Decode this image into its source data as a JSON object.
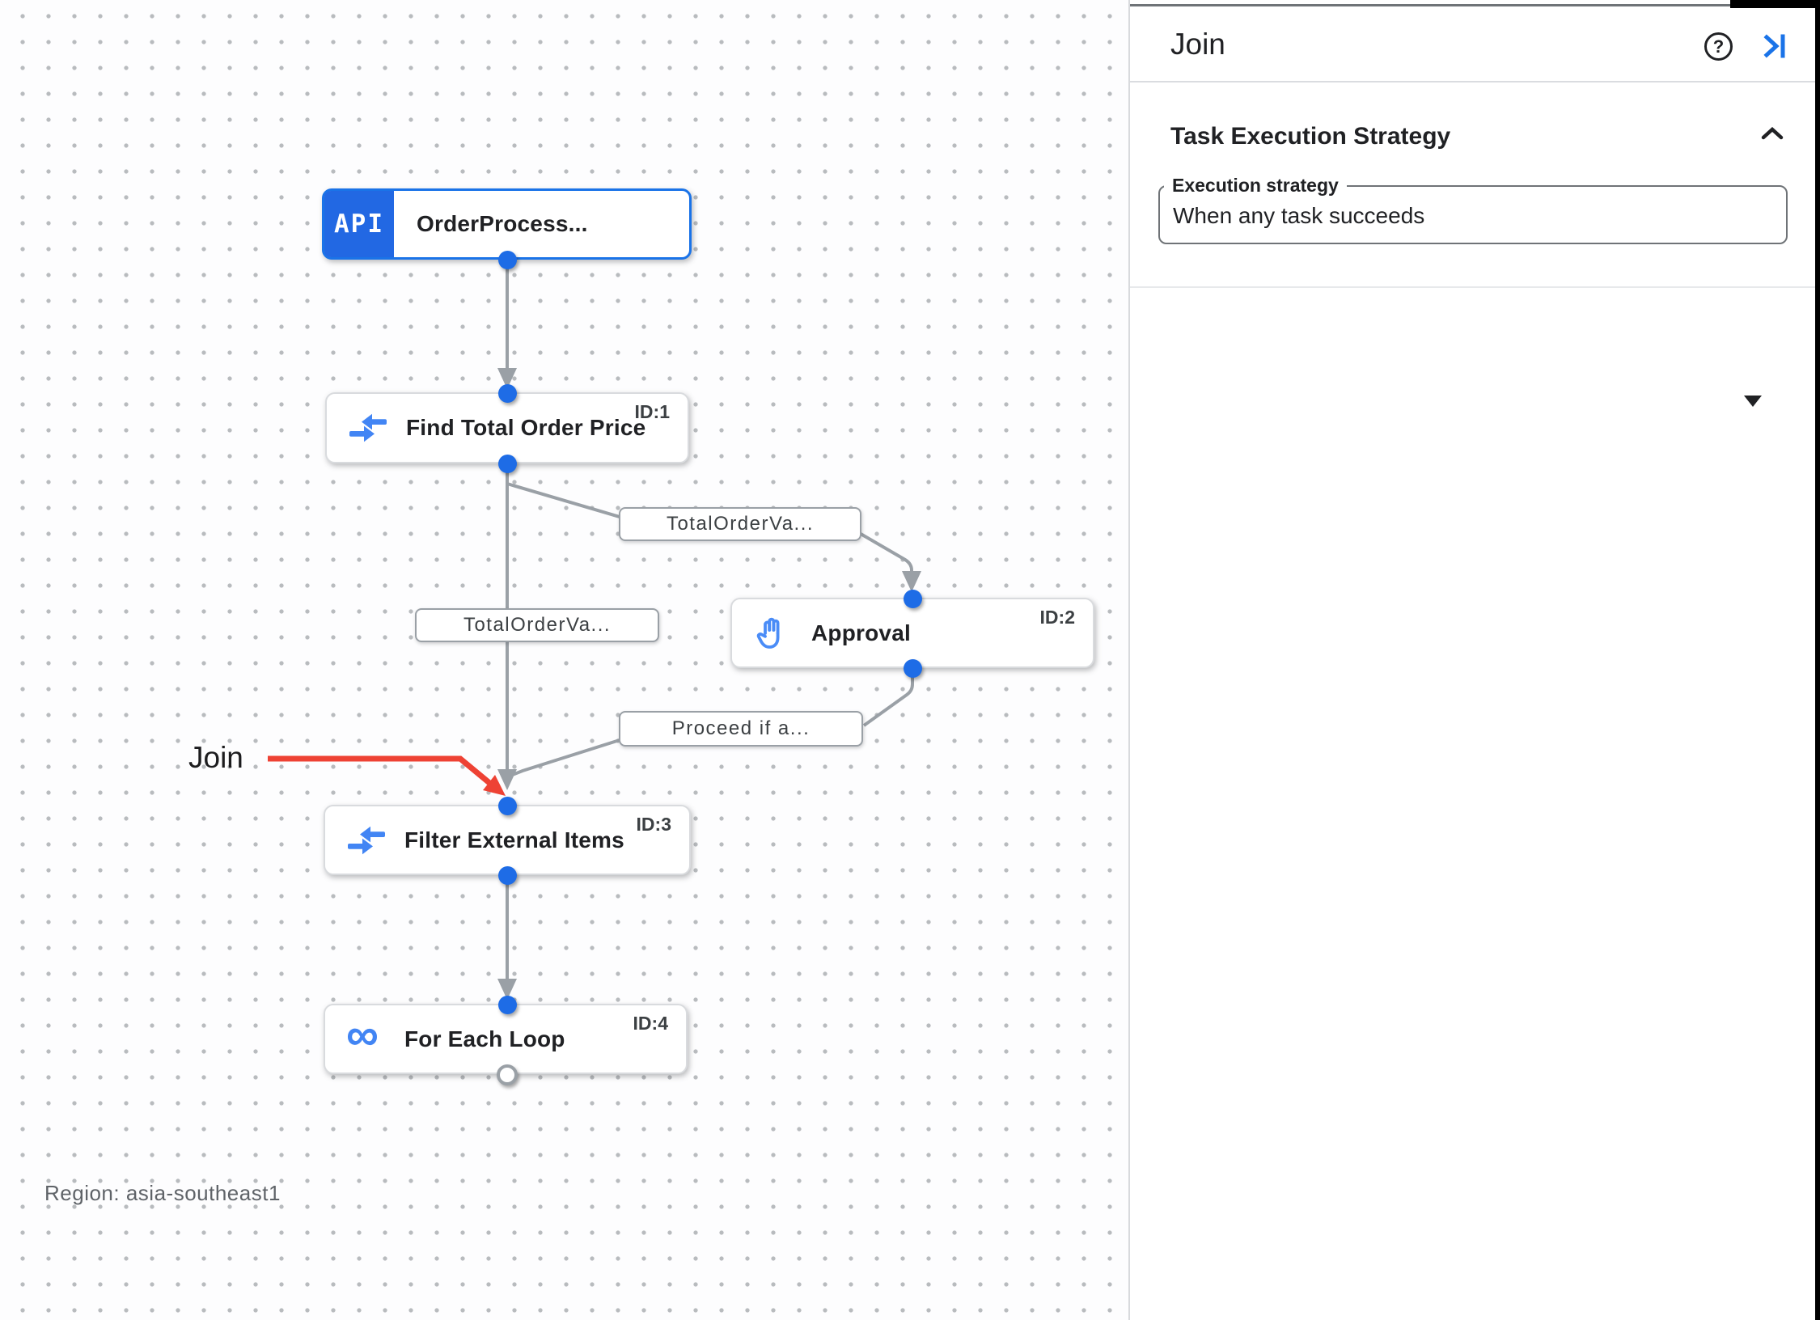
{
  "panel": {
    "title": "Join",
    "help_label": "?",
    "section": {
      "title": "Task Execution Strategy",
      "field_label": "Execution strategy",
      "field_value": "When any task succeeds"
    }
  },
  "canvas": {
    "region_label": "Region: asia-southeast1",
    "annotation_text": "Join",
    "nodes": [
      {
        "badge": "API",
        "title": "OrderProcess...",
        "id": ""
      },
      {
        "id": "ID:1",
        "title": "Find Total Order Price",
        "icon": "merge-arrows-icon"
      },
      {
        "id": "ID:2",
        "title": "Approval",
        "icon": "hand-icon"
      },
      {
        "id": "ID:3",
        "title": "Filter External Items",
        "icon": "merge-arrows-icon"
      },
      {
        "id": "ID:4",
        "title": "For Each Loop",
        "icon": "infinity-icon"
      }
    ],
    "edge_labels": [
      "TotalOrderVa...",
      "TotalOrderVa...",
      "Proceed if a..."
    ]
  },
  "colors": {
    "accent_blue": "#1a73e8",
    "icon_blue": "#4285f4",
    "connector_grey": "#9aa0a6",
    "annotation_red": "#ee4234"
  }
}
